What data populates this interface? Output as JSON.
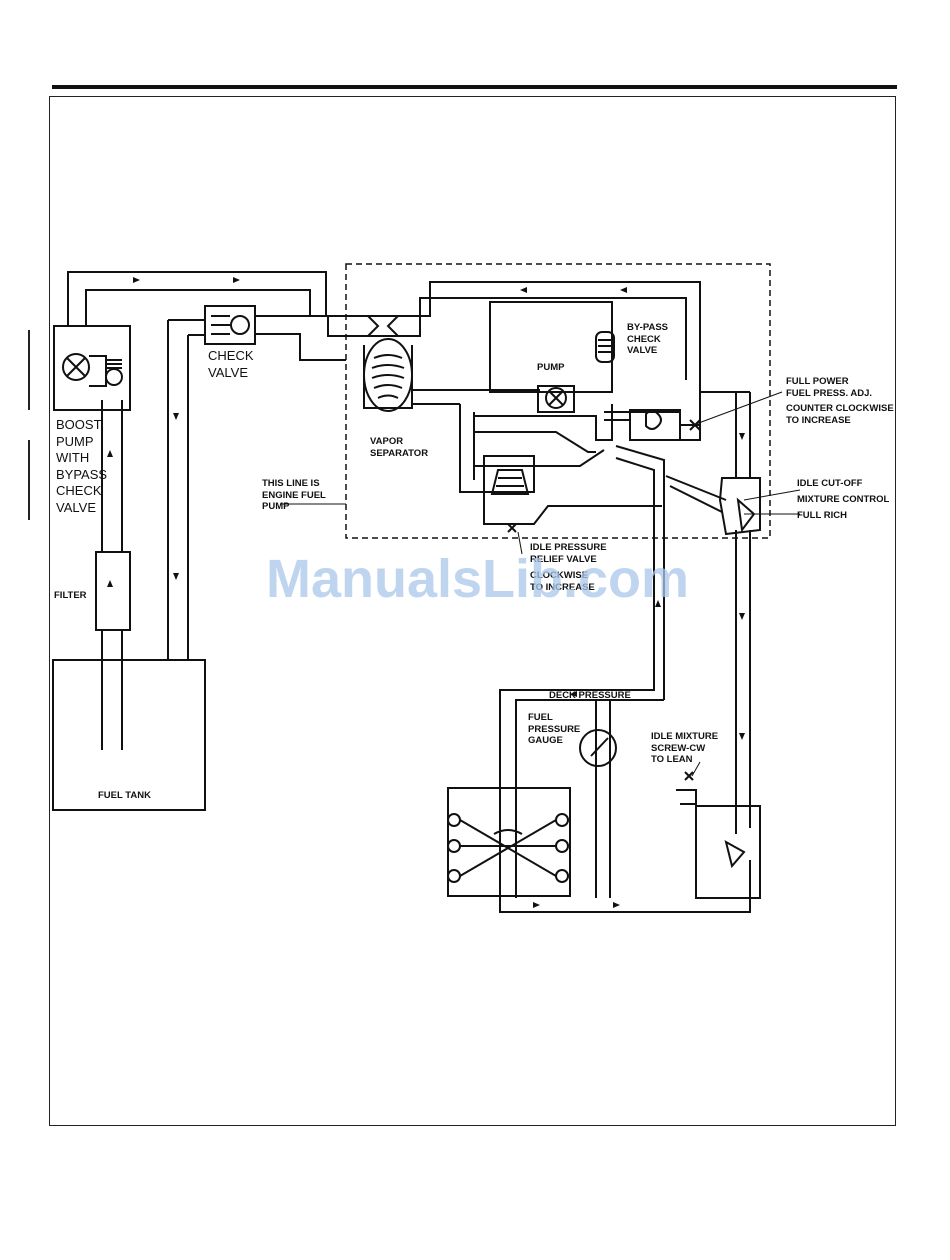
{
  "labels": {
    "boost_pump": "BOOST\nPUMP\nWITH\nBYPASS\nCHECK\nVALVE",
    "check_valve": "CHECK\nVALVE",
    "filter": "FILTER",
    "fuel_tank": "FUEL TANK",
    "vapor_separator": "VAPOR\nSEPARATOR",
    "engine_fuel_pump": "THIS LINE IS\nENGINE FUEL\nPUMP",
    "pump": "PUMP",
    "bypass_check_valve": "BY-PASS\nCHECK\nVALVE",
    "full_power_adj": "FULL POWER\nFUEL PRESS. ADJ.",
    "counter_clockwise": "COUNTER CLOCKWISE\nTO INCREASE",
    "idle_cutoff": "IDLE CUT-OFF",
    "mixture_control": "MIXTURE CONTROL",
    "full_rich": "FULL RICH",
    "idle_pressure_relief": "IDLE PRESSURE\nRELIEF VALVE",
    "clockwise_increase": "CLOCKWISE\nTO INCREASE",
    "deck_pressure": "DECK PRESSURE",
    "fuel_pressure_gauge": "FUEL\nPRESSURE\nGAUGE",
    "idle_mixture_screw": "IDLE MIXTURE\nSCREW-CW\nTO LEAN"
  },
  "watermark": "ManualsLib.com"
}
